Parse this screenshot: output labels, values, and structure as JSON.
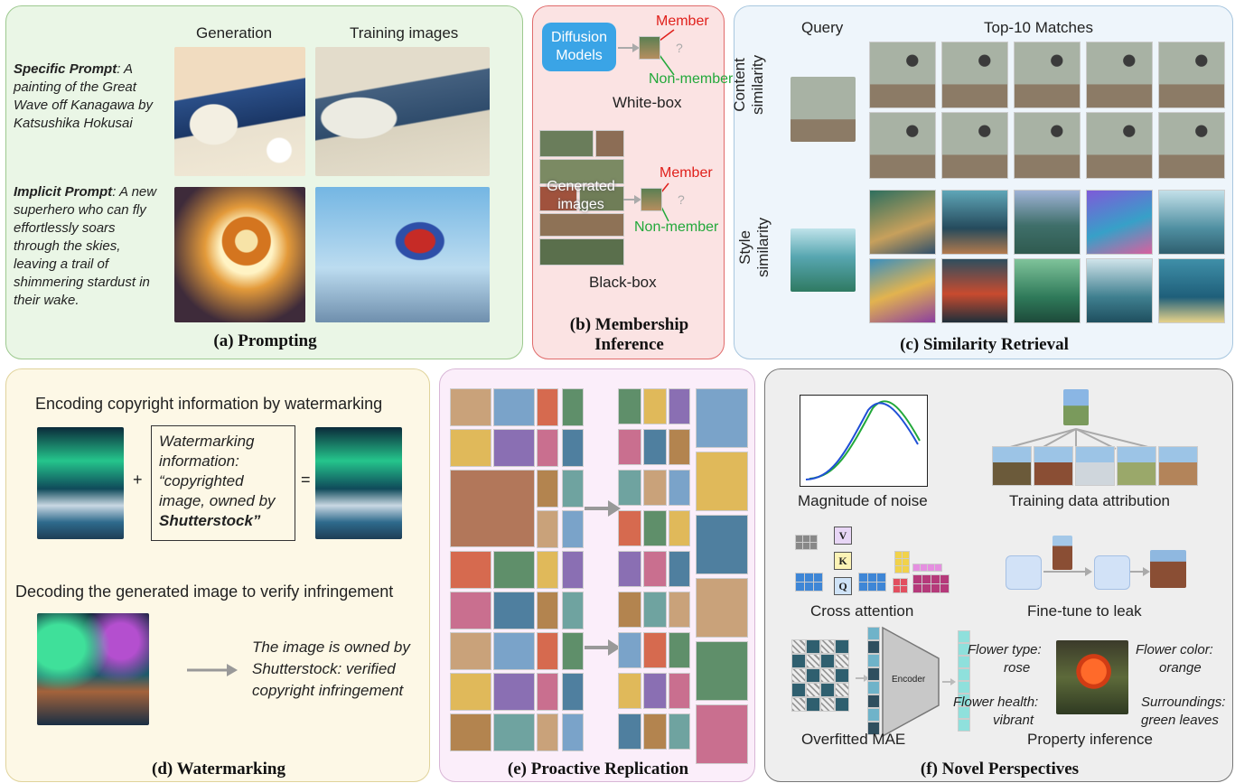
{
  "panel_a": {
    "caption": "(a) Prompting",
    "col_generation": "Generation",
    "col_training": "Training images",
    "specific_prompt_label": "Specific Prompt",
    "specific_prompt_text": ": A painting of the Great Wave off Kanagawa by Katsushika Hokusai",
    "implicit_prompt_label": "Implicit Prompt",
    "implicit_prompt_text": ": A new superhero who can fly effortlessly soars through the skies, leaving a trail of shimmering stardust in their wake."
  },
  "panel_b": {
    "caption_line1": "(b) Membership",
    "caption_line2": "Inference",
    "diffusion_models": "Diffusion Models",
    "member": "Member",
    "non_member": "Non-member",
    "question_mark": "?",
    "white_box": "White-box",
    "generated_images": "Generated images",
    "black_box": "Black-box"
  },
  "panel_c": {
    "caption": "(c) Similarity Retrieval",
    "query": "Query",
    "top10": "Top-10 Matches",
    "content_similarity_1": "Content",
    "content_similarity_2": "similarity",
    "style_similarity_1": "Style",
    "style_similarity_2": "similarity"
  },
  "panel_d": {
    "caption": "(d) Watermarking",
    "encoding_title": "Encoding copyright information by watermarking",
    "plus": "+",
    "equals": "=",
    "watermark_info_1": "Watermarking information: “copyrighted image, owned by ",
    "watermark_info_bold": "Shutterstock”",
    "decoding_title": "Decoding the generated image to verify infringement",
    "verify_text": "The image is owned by Shutterstock: verified copyright infringement"
  },
  "panel_e": {
    "caption": "(e) Proactive Replication"
  },
  "panel_f": {
    "caption": "(f) Novel Perspectives",
    "magnitude_noise": "Magnitude of noise",
    "training_attribution": "Training data attribution",
    "cross_attention": "Cross attention",
    "v": "V",
    "k": "K",
    "q": "Q",
    "fine_tune": "Fine-tune to leak",
    "overfitted_mae": "Overfitted MAE",
    "encoder": "Encoder",
    "property_inference": "Property inference",
    "flower_type_label": "Flower type:",
    "flower_type_value": "rose",
    "flower_color_label": "Flower color:",
    "flower_color_value": "orange",
    "flower_health_label": "Flower health:",
    "flower_health_value": "vibrant",
    "surroundings_label": "Surroundings:",
    "surroundings_value": "green leaves"
  },
  "colors": {
    "panel_a_bg": "#eaf6e6",
    "panel_b_bg": "#fbe3e3",
    "panel_c_bg": "#eef5fb",
    "panel_d_bg": "#fdf8e6",
    "panel_e_bg": "#fbeefa",
    "panel_f_bg": "#eeeeee",
    "member_red": "#e0201b",
    "non_member_green": "#22a83a",
    "diffusion_blue": "#3aa4e6"
  }
}
